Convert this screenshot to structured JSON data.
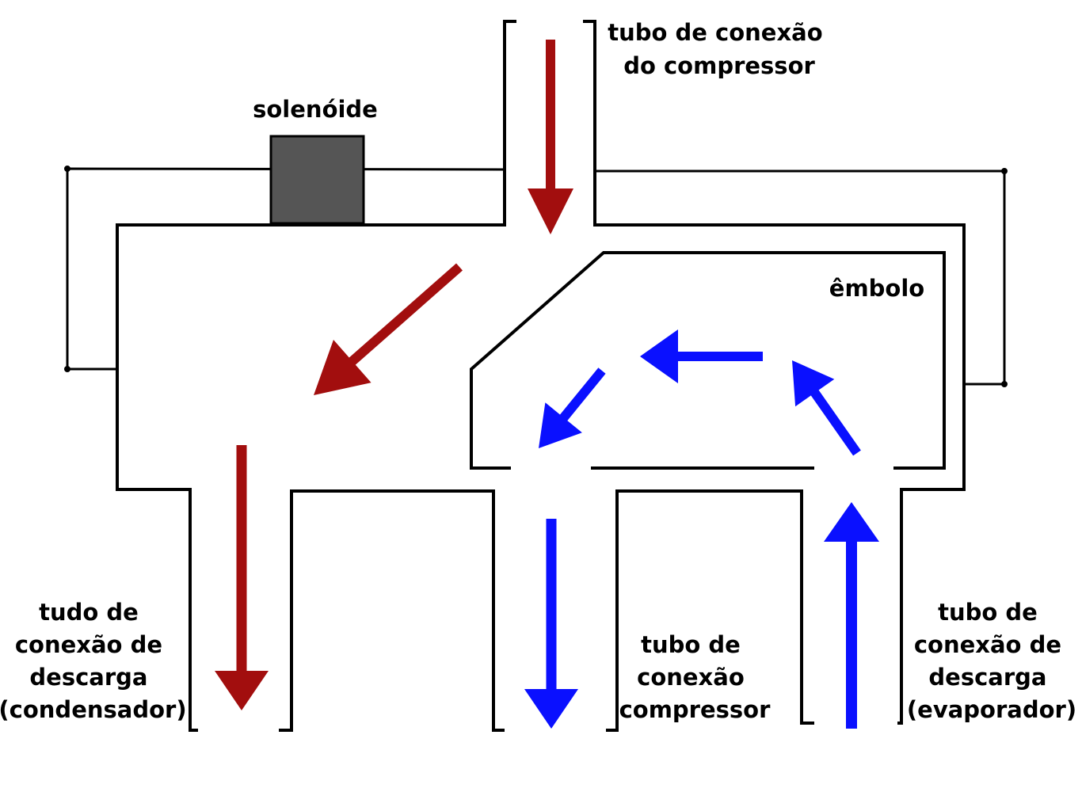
{
  "labels": {
    "compressor_inlet": [
      "tubo de conexão",
      "do compressor"
    ],
    "solenoid": "solenóide",
    "piston": "êmbolo",
    "discharge_condenser": [
      "tudo de",
      "conexão de",
      "descarga",
      "(condensador)"
    ],
    "compressor_suction": [
      "tubo de",
      "conexão",
      "compressor"
    ],
    "discharge_evaporator": [
      "tubo de",
      "conexão de",
      "descarga",
      "(evaporador)"
    ]
  },
  "colors": {
    "hot_flow": "#a20e0e",
    "cold_flow": "#0a10ff",
    "solenoid_body": "#555555",
    "outline": "#000000"
  },
  "arrows": [
    {
      "name": "inlet-down-arrow",
      "flow": "hot"
    },
    {
      "name": "chamber-diagonal-arrow",
      "flow": "hot"
    },
    {
      "name": "condenser-down-arrow",
      "flow": "hot"
    },
    {
      "name": "suction-down-arrow",
      "flow": "cold"
    },
    {
      "name": "evaporator-up-arrow",
      "flow": "cold"
    },
    {
      "name": "piston-up-left-arrow",
      "flow": "cold"
    },
    {
      "name": "piston-left-arrow",
      "flow": "cold"
    },
    {
      "name": "piston-down-left-arrow",
      "flow": "cold"
    }
  ]
}
